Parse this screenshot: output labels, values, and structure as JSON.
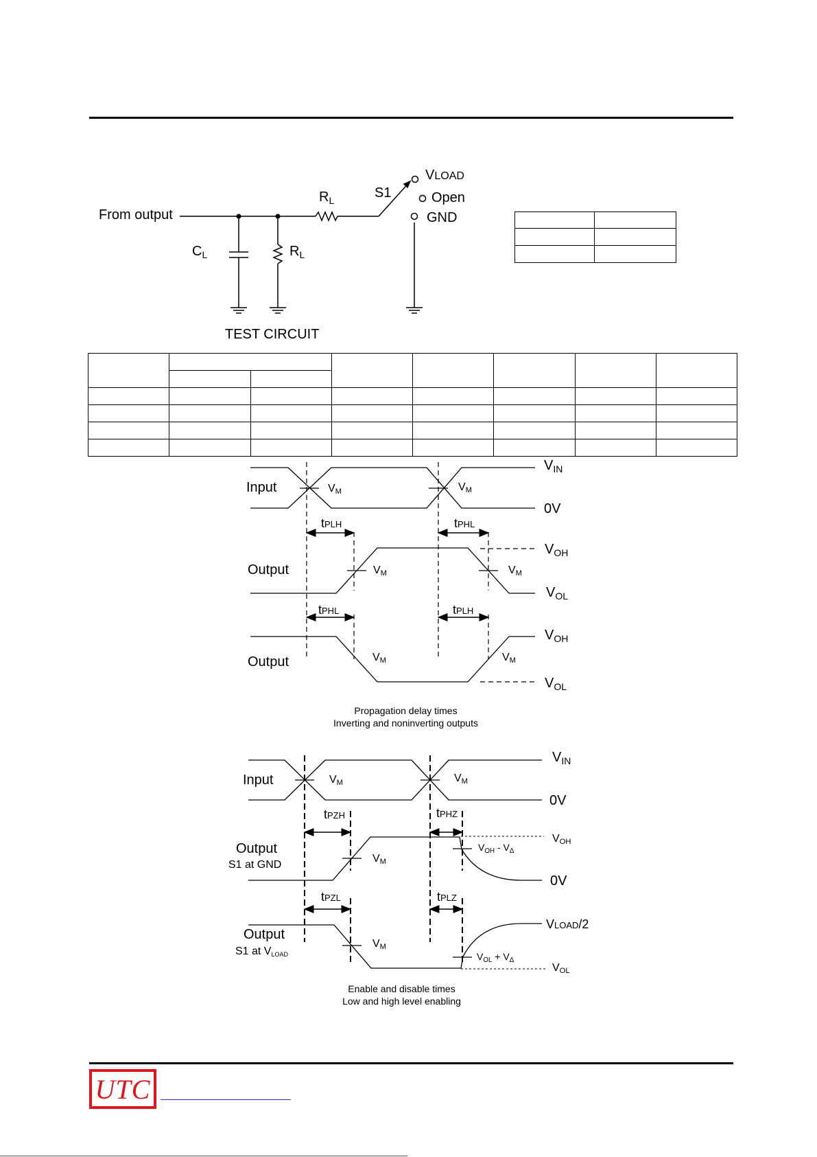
{
  "circuit": {
    "from_output": "From output",
    "cl_label": "C",
    "cl_sub": "L",
    "rl_label": "R",
    "rl_sub": "L",
    "rl2_label": "R",
    "rl2_sub": "L",
    "s1_label": "S1",
    "vload_label": "V",
    "vload_sub": "LOAD",
    "open_label": "Open",
    "gnd_label": "GND",
    "caption": "TEST CIRCUIT"
  },
  "propagation": {
    "input_label": "Input",
    "output1_label": "Output",
    "output2_label": "Output",
    "vm": "V",
    "vm_sub": "M",
    "vin": "V",
    "vin_sub": "IN",
    "zero_v": "0V",
    "voh": "V",
    "voh_sub": "OH",
    "vol": "V",
    "vol_sub": "OL",
    "t": "t",
    "plh": "PLH",
    "phl": "PHL",
    "caption_line1": "Propagation delay times",
    "caption_line2": "Inverting and noninverting outputs"
  },
  "enable": {
    "input_label": "Input",
    "output1_label": "Output",
    "output1_sub": "S1  at GND",
    "output2_label": "Output",
    "output2_sub_prefix": "S1 at V",
    "output2_sub_sub": "LOAD",
    "vm": "V",
    "vm_sub": "M",
    "vin": "V",
    "vin_sub": "IN",
    "zero_v": "0V",
    "zero_v2": "0V",
    "voh": "V",
    "voh_sub": "OH",
    "vol": "V",
    "vol_sub": "OL",
    "vload2_prefix": "V",
    "vload2_sub": "LOAD",
    "vload2_suffix": "/2",
    "voh_minus": "V",
    "voh_minus_sub": "OH",
    "voh_minus_rest": " - V",
    "delta": "Δ",
    "vol_plus": "V",
    "vol_plus_sub": "OL",
    "vol_plus_rest": " + V",
    "t": "t",
    "pzh": "PZH",
    "phz": "PHZ",
    "pzl": "PZL",
    "plz": "PLZ",
    "caption_line1": "Enable and disable times",
    "caption_line2": "Low and high level enabling"
  },
  "logo": {
    "text": "UTC"
  }
}
